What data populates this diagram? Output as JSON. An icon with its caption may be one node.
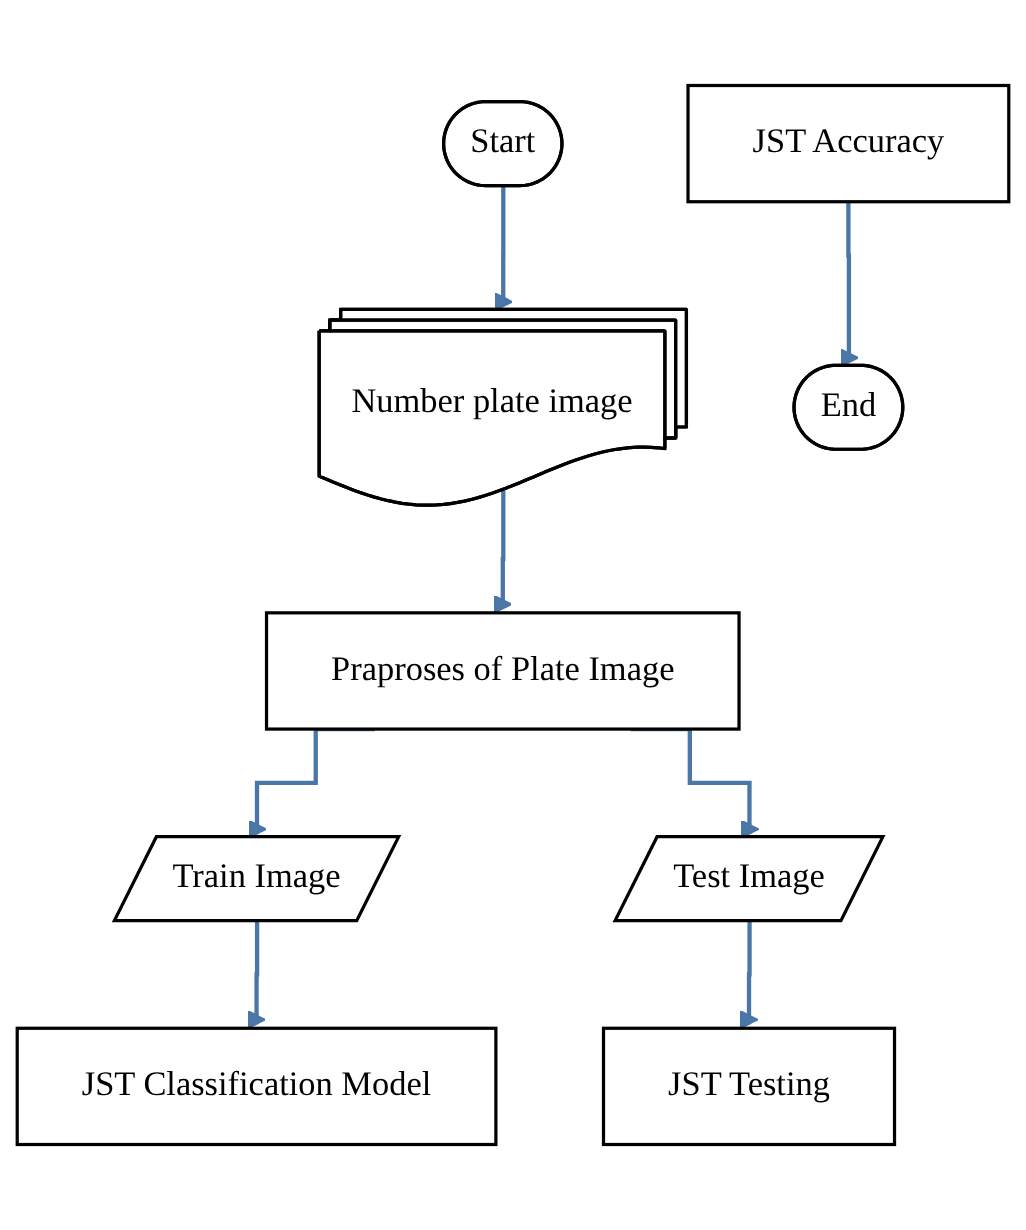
{
  "diagram": {
    "nodes": [
      {
        "text": [
          "Start"
        ]
      },
      {
        "text": [
          "Number plate image"
        ]
      },
      {
        "text": [
          "Praproses of Plate Image"
        ]
      },
      {
        "text": [
          "Train Image"
        ]
      },
      {
        "text": [
          "Test Image"
        ]
      },
      {
        "text": [
          "JST Classification Model"
        ]
      },
      {
        "text": [
          "JST Testing"
        ]
      },
      {
        "text": [
          "JST Accuracy"
        ]
      },
      {
        "text": [
          "End"
        ]
      }
    ],
    "edges": [
      {
        "from": 0,
        "to": 1,
        "arrow": "to"
      },
      {
        "from": 1,
        "to": 2,
        "arrow": "to"
      },
      {
        "from": 2,
        "to": 3,
        "arrow": "to"
      },
      {
        "from": 2,
        "to": 4,
        "arrow": "to"
      },
      {
        "from": 3,
        "to": 5,
        "arrow": "to"
      },
      {
        "from": 4,
        "to": 6,
        "arrow": "to"
      },
      {
        "from": 7,
        "to": 8,
        "arrow": "to"
      }
    ]
  }
}
